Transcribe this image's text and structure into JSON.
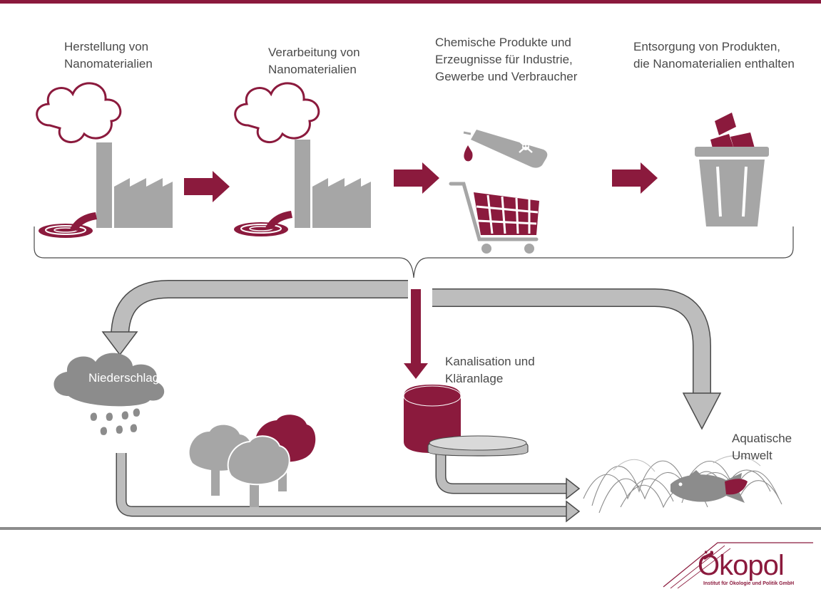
{
  "stages": [
    {
      "label_line1": "Herstellung von",
      "label_line2": "Nanomaterialien",
      "label_line3": ""
    },
    {
      "label_line1": "Verarbeitung von",
      "label_line2": "Nanomaterialien",
      "label_line3": ""
    },
    {
      "label_line1": "Chemische Produkte und",
      "label_line2": "Erzeugnisse für Industrie,",
      "label_line3": "Gewerbe und Verbraucher"
    },
    {
      "label_line1": "Entsorgung von Produkten,",
      "label_line2": "die Nanomaterialien enthalten",
      "label_line3": ""
    }
  ],
  "environment": {
    "precipitation": "Niederschlag",
    "sewage_line1": "Kanalisation und",
    "sewage_line2": "Kläranlage",
    "aquatic_line1": "Aquatische",
    "aquatic_line2": "Umwelt"
  },
  "logo": {
    "name": "Ökopol",
    "subtitle": "Institut für Ökologie und Politik GmbH"
  },
  "colors": {
    "accent": "#8b1a3d",
    "grey": "#a6a6a6",
    "dark_grey": "#8c8c8c"
  },
  "icons": [
    "factory-icon",
    "cloud-icon",
    "discharge-icon",
    "arrow-right-icon",
    "test-tube-icon",
    "skull-icon",
    "shopping-cart-icon",
    "trash-can-icon",
    "rain-cloud-icon",
    "tree-icon",
    "treatment-plant-icon",
    "fish-icon",
    "waves-icon"
  ]
}
